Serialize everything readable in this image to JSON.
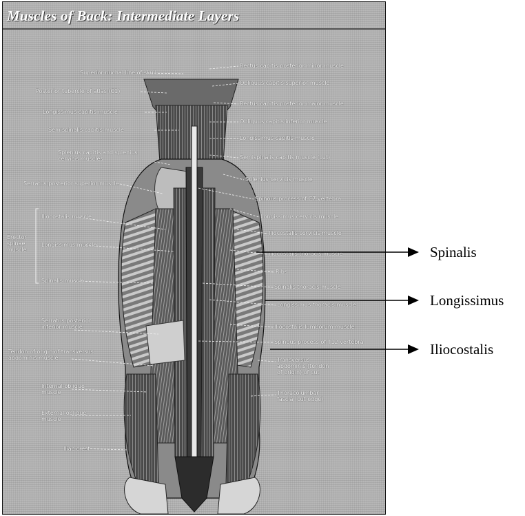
{
  "plate": {
    "title": "Muscles of Back: Intermediate Layers",
    "labels": {
      "superior_nuchal_line": "Superior nuchal line of skull",
      "posterior_tubercle_atlas": "Posterior tubercle of atlas (C1)",
      "longissimus_capitis_left": "Longissimus capitis muscle",
      "semispinalis_capitis_left": "Semispinalis capitis muscle",
      "splenius_capitis_cervicis": "Splenius capitis and splenius cervicis muscles",
      "serratus_posterior_superior": "Serratus posterior superior muscle",
      "erector_spinae": "Erector spinae muscle",
      "iliocostalis_muscle": "Iliocostalis muscle",
      "longissimus_muscle": "Longissimus muscle",
      "spinalis_muscle": "Spinalis muscle",
      "serratus_posterior_inferior": "Serratus posterior inferior muscle",
      "transversus_abdominis_origin": "Tendon of origin of transversus abdominis muscle",
      "internal_oblique": "Internal oblique muscle",
      "external_oblique": "External oblique muscle",
      "iliac_crest": "Iliac crest",
      "rectus_capitis_minor": "Rectus capitis posterior minor muscle",
      "obliquus_superior": "Obliquus capitis superior muscle",
      "rectus_capitis_major": "Rectus capitis posterior major muscle",
      "obliquus_inferior": "Obliquus capitis inferior muscle",
      "longissimus_capitis_right": "Longissimus capitis muscle",
      "semispinalis_capitis_right": "Semispinalis capitis muscle (cut)",
      "splenius_cervicis": "Splenius cervicis muscle",
      "spinous_process_c7": "Spinous process of C7 vertebra",
      "longissimus_cervicis": "Longissimus cervicis muscle",
      "iliocostalis_cervicis": "Iliocostalis cervicis muscle",
      "iliocostalis_thoracis": "Iliocostalis thoracis muscle",
      "ribs": "Ribs",
      "spinalis_thoracis": "Spinalis thoracis muscle",
      "longissimus_thoracis": "Longissimus thoracis muscle",
      "iliocostalis_lumborum": "Iliocostalis lumborum muscle",
      "spinous_process_t12": "Spinous process of T12 vertebra",
      "transversus_abdominis_aponeurosis": "Transversus abdominis (tendon of origin) of cut",
      "thoracolumbar_fascia": "Thoracolumbar fascia (cut edge)"
    }
  },
  "callouts": [
    {
      "label": "Spinalis"
    },
    {
      "label": "Longissimus"
    },
    {
      "label": "Iliocostalis"
    }
  ],
  "colors": {
    "plate_background": "#b7b7b7",
    "muscle_dark": "#3a3a3a",
    "bone": "#d9d9d9",
    "callout_arrow": "#000000"
  }
}
